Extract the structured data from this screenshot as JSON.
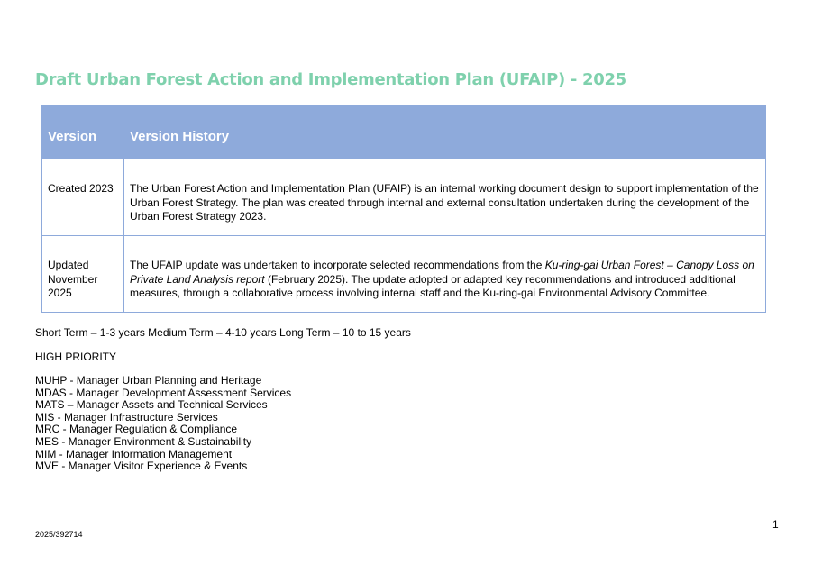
{
  "document": {
    "title": "Draft Urban Forest Action and Implementation Plan (UFAIP) - 2025",
    "accent_color": "#7fd1ad",
    "table_header_color": "#8eaadb"
  },
  "version_table": {
    "headers": [
      "Version",
      "Version History"
    ],
    "rows": [
      {
        "version": "Created 2023",
        "history": [
          {
            "text": "The Urban Forest Action and Implementation Plan (UFAIP) is an internal working document design to support implementation of the Urban Forest Strategy. The plan was created through internal and external consultation undertaken during the development of the Urban Forest Strategy 2023.",
            "italic": false
          }
        ]
      },
      {
        "version": "Updated November 2025",
        "history": [
          {
            "text": "The UFAIP update was undertaken to incorporate selected recommendations from the ",
            "italic": false
          },
          {
            "text": "Ku-ring-gai Urban Forest – Canopy Loss on Private Land Analysis report",
            "italic": true
          },
          {
            "text": " (February 2025). The update adopted or adapted key recommendations and introduced additional measures, through a collaborative process involving internal staff and the Ku-ring-gai Environmental Advisory Committee.",
            "italic": false
          }
        ]
      }
    ]
  },
  "terms": "Short Term – 1-3 years Medium Term – 4-10 years Long Term – 10 to 15 years",
  "priority_label": "HIGH PRIORITY",
  "managers": [
    "MUHP - Manager Urban Planning and Heritage",
    "MDAS - Manager Development Assessment Services",
    "MATS – Manager Assets and Technical Services",
    "MIS - Manager Infrastructure Services",
    "MRC - Manager Regulation & Compliance",
    "MES - Manager Environment & Sustainability",
    "MIM - Manager Information Management",
    "MVE - Manager Visitor Experience & Events"
  ],
  "footer": {
    "doc_id": "2025/392714",
    "page_number": "1"
  }
}
